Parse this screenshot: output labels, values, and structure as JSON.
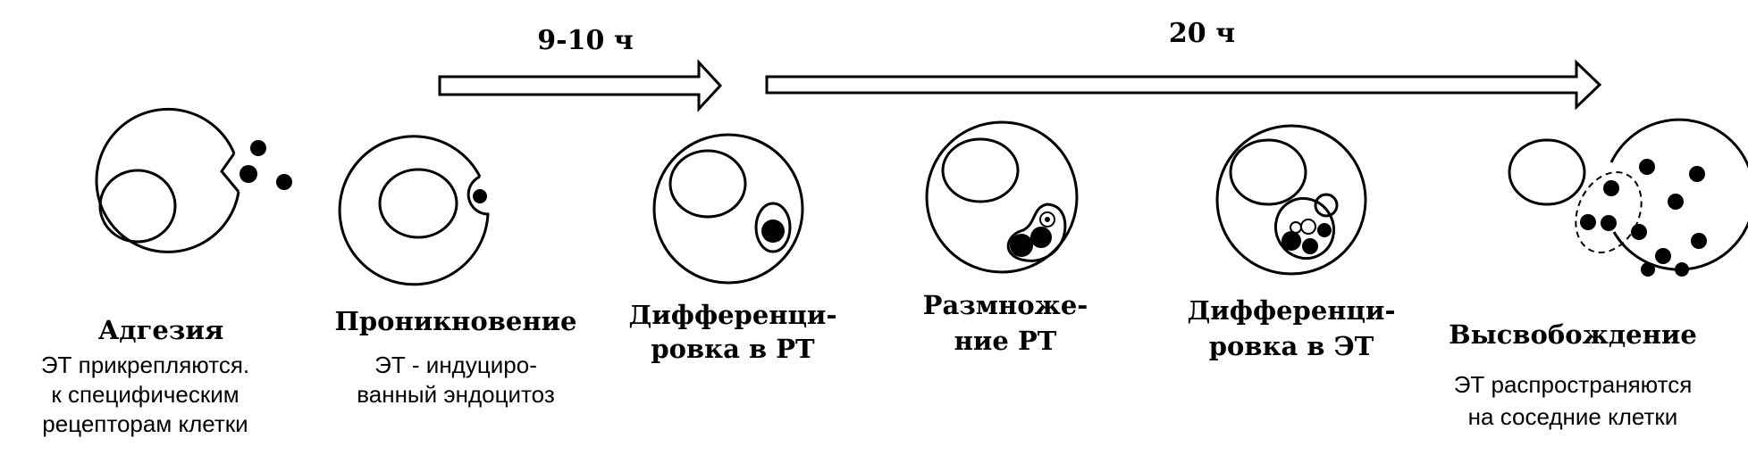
{
  "timeline": {
    "interval_1": "9-10 ч",
    "interval_2": "20 ч"
  },
  "stages": [
    {
      "title_lines": [
        "Адгезия"
      ],
      "description_lines": [
        "ЭТ прикрепляются.",
        "к специфическим",
        "рецепторам клетки"
      ]
    },
    {
      "title_lines": [
        "Проникновение"
      ],
      "description_lines": [
        "ЭТ - индуциро-",
        "ванный эндоцитоз"
      ]
    },
    {
      "title_lines": [
        "Дифференци-",
        "ровка  в РТ"
      ],
      "description_lines": []
    },
    {
      "title_lines": [
        "Размноже-",
        "ние РТ"
      ],
      "description_lines": []
    },
    {
      "title_lines": [
        "Дифференци-",
        "ровка в ЭТ"
      ],
      "description_lines": []
    },
    {
      "title_lines": [
        "Высвобождение"
      ],
      "description_lines": [
        "ЭТ распространяются",
        "на соседние клетки"
      ]
    }
  ],
  "colors": {
    "ink": "#000000",
    "background": "#ffffff"
  }
}
